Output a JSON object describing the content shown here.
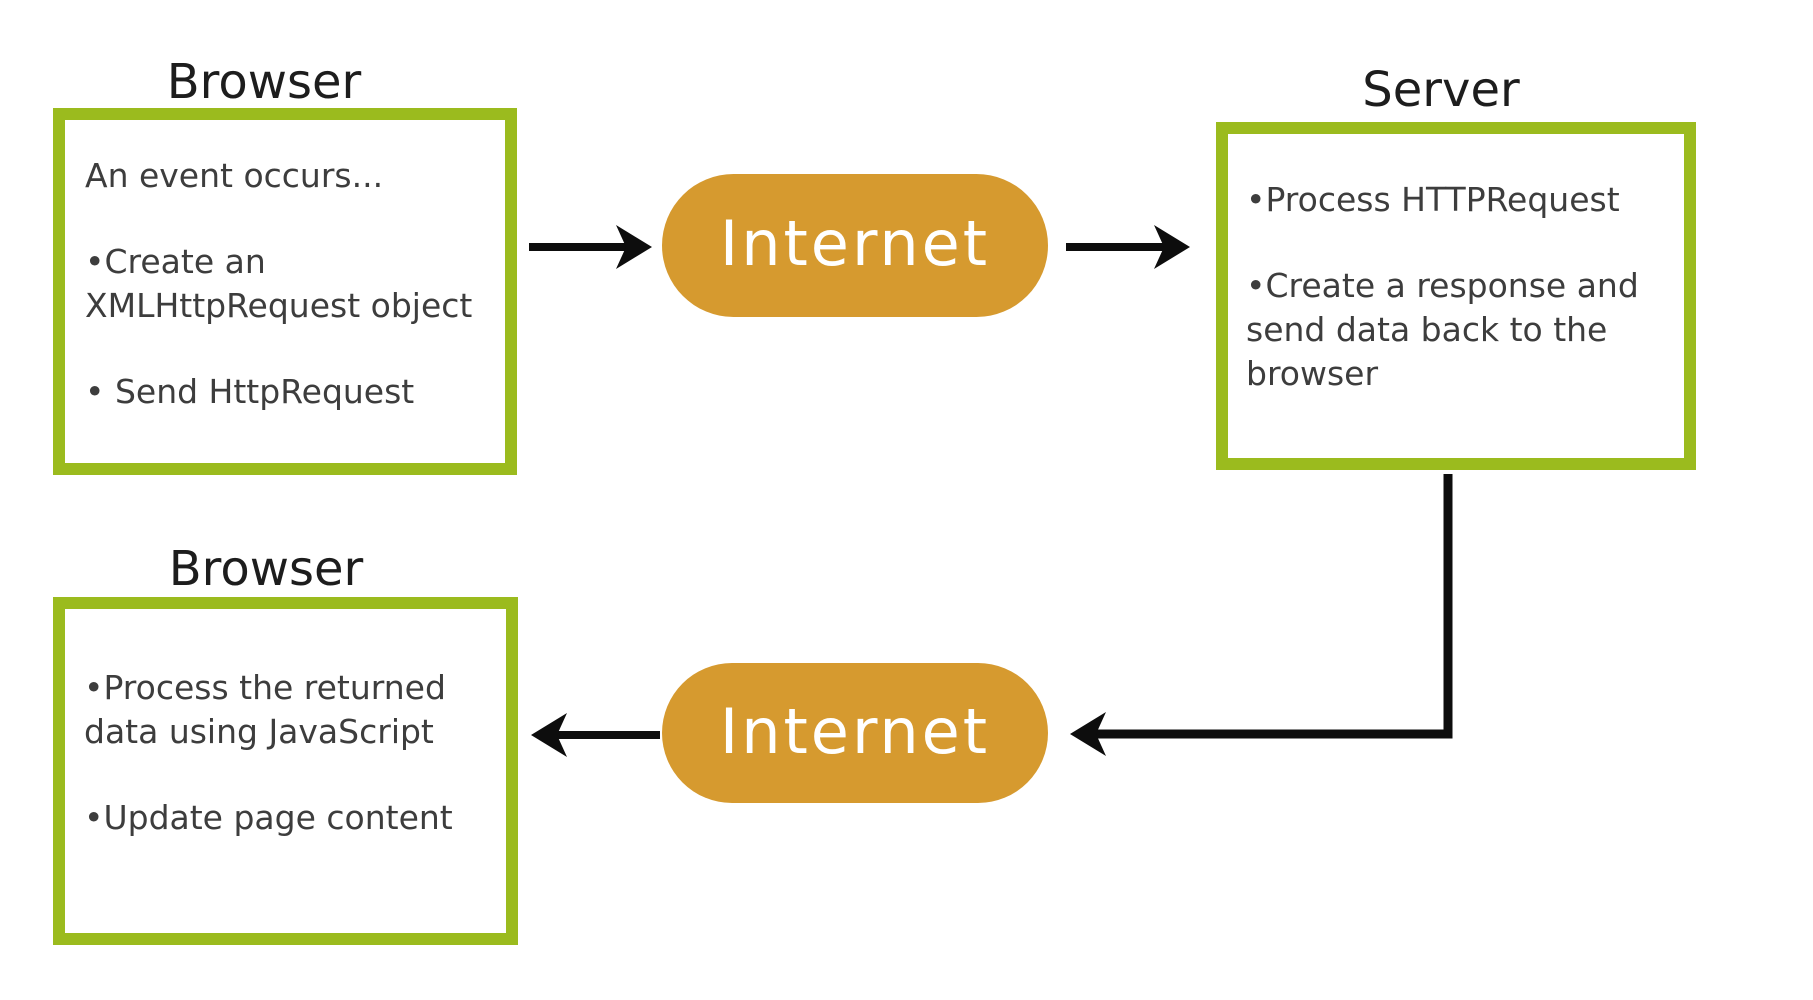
{
  "diagram": {
    "nodes": {
      "browser_request": {
        "title": "Browser",
        "lines": {
          "0": "An event occurs...",
          "1": "•Create an",
          "2": "XMLHttpRequest object",
          "3": "• Send HttpRequest"
        }
      },
      "server": {
        "title": "Server",
        "lines": {
          "0": "•Process HTTPRequest",
          "1": "•Create a response and",
          "2": "send data back to the",
          "3": "browser"
        }
      },
      "browser_response": {
        "title": "Browser",
        "lines": {
          "0": "•Process the returned",
          "1": "data using JavaScript",
          "2": "•Update page content"
        }
      },
      "internet_top": {
        "label": "Internet"
      },
      "internet_bottom": {
        "label": "Internet"
      }
    }
  },
  "colors": {
    "box_border": "#9bbb1e",
    "pill_fill": "#d69a2f",
    "pill_text": "#ffffff",
    "arrow": "#0d0d0d",
    "body_text": "#3d3d3d",
    "title_text": "#1d1d1d"
  }
}
